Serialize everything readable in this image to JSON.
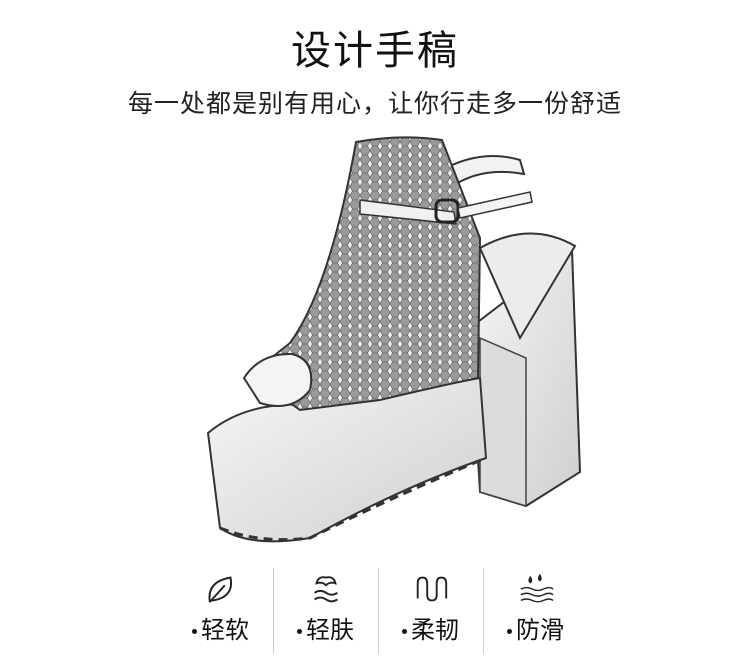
{
  "header": {
    "title": "设计手稿",
    "subtitle": "每一处都是别有用心，让你行走多一份舒适"
  },
  "image": {
    "icon": "platform-peep-toe-sandal-sketch"
  },
  "features": [
    {
      "label": "轻软",
      "icon": "leaf-icon"
    },
    {
      "label": "轻肤",
      "icon": "breathable-icon"
    },
    {
      "label": "柔韧",
      "icon": "flexible-icon"
    },
    {
      "label": "防滑",
      "icon": "anti-slip-icon"
    }
  ]
}
